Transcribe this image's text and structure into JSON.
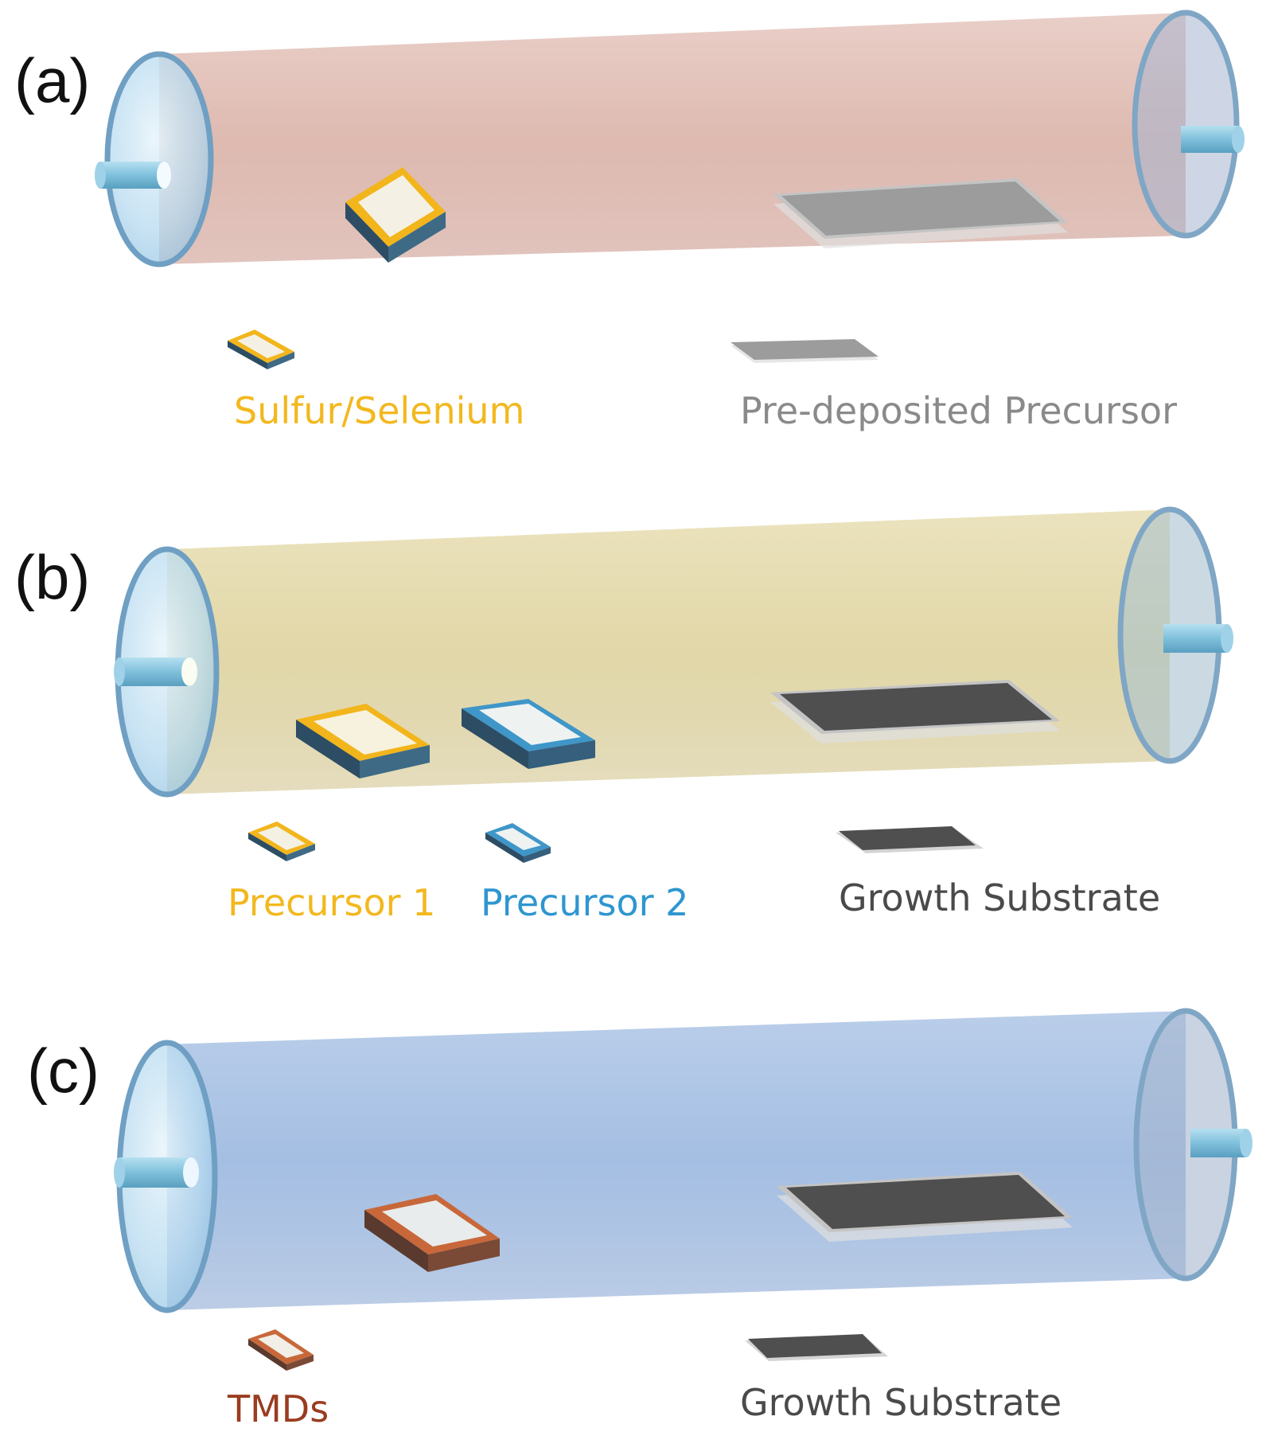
{
  "colors": {
    "tube_a": "#d4a59a",
    "tube_b": "#d9cd92",
    "tube_c": "#8fb0dc",
    "cap_fill": "#a9d3ee",
    "cap_stroke": "#5f97bf",
    "nozzle": "#7fc0dc",
    "boat_yellow": "#f2b51c",
    "boat_blue": "#3f96c8",
    "boat_orange": "#c8683a",
    "boat_base_dark": "#2c4d63",
    "boat_inner": "#f4f1e4",
    "substrate_light": "#9c9c9c",
    "substrate_dark": "#4f4f4f",
    "substrate_edge": "#c4c4c4",
    "label_yellow": "#f2b81e",
    "label_blue": "#2e96d0",
    "label_gray": "#8a8a8a",
    "label_dark": "#4a4a4a",
    "label_brown": "#9a3c20"
  },
  "panels": [
    {
      "letter": "(a)",
      "tube_color": "tube_a",
      "boats": [
        {
          "kind": "yellow"
        }
      ],
      "substrate": "light",
      "legend": [
        {
          "label": "Sulfur/Selenium",
          "icon": "boat-yellow",
          "color": "label_yellow"
        },
        {
          "label": "Pre-deposited Precursor",
          "icon": "substrate-light",
          "color": "label_gray"
        }
      ]
    },
    {
      "letter": "(b)",
      "tube_color": "tube_b",
      "boats": [
        {
          "kind": "yellow"
        },
        {
          "kind": "blue"
        }
      ],
      "substrate": "dark",
      "legend": [
        {
          "label": "Precursor 1",
          "icon": "boat-yellow",
          "color": "label_yellow"
        },
        {
          "label": "Precursor 2",
          "icon": "boat-blue",
          "color": "label_blue"
        },
        {
          "label": "Growth Substrate",
          "icon": "substrate-dark",
          "color": "label_dark"
        }
      ]
    },
    {
      "letter": "(c)",
      "tube_color": "tube_c",
      "boats": [
        {
          "kind": "orange"
        }
      ],
      "substrate": "dark",
      "legend": [
        {
          "label": "TMDs",
          "icon": "boat-orange",
          "color": "label_brown"
        },
        {
          "label": "Growth Substrate",
          "icon": "substrate-dark",
          "color": "label_dark"
        }
      ]
    }
  ]
}
